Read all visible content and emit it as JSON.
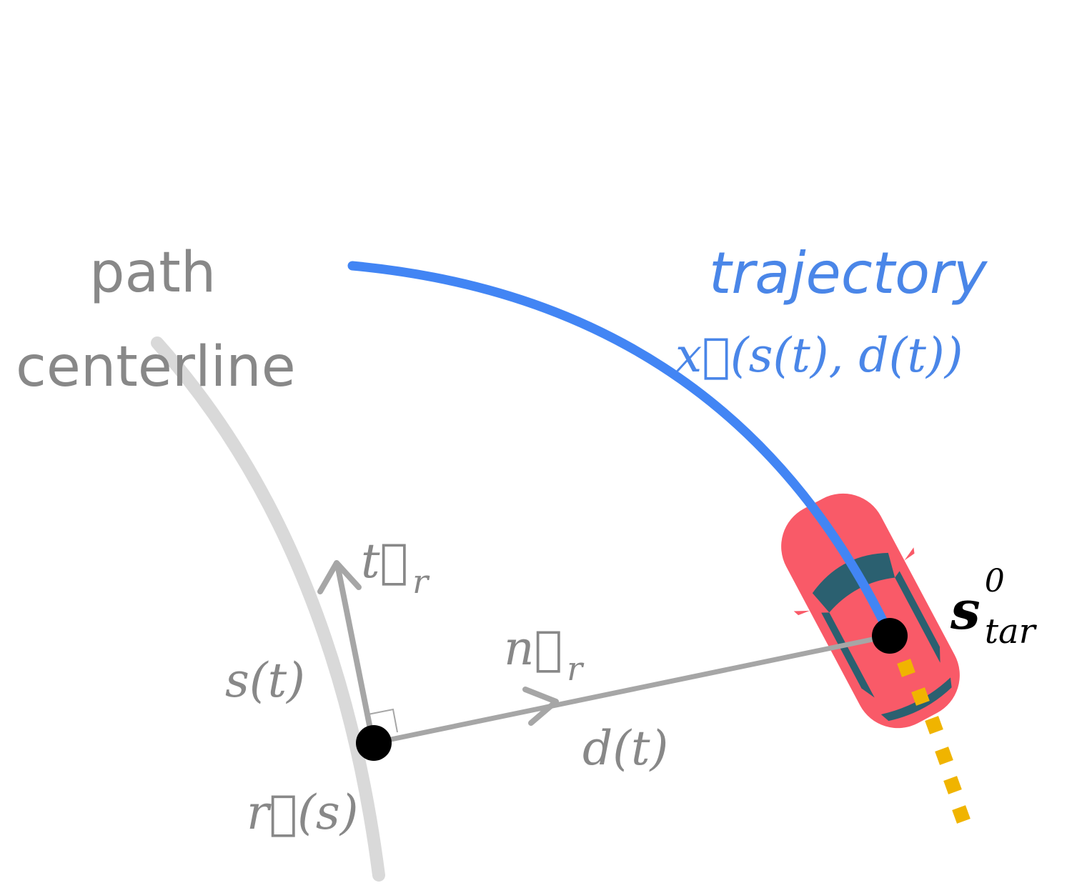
{
  "labels": {
    "path_line1": "path",
    "path_line2": "centerline",
    "trajectory": "trajectory",
    "trajectory_formula": "x⃗(s(t), d(t))",
    "tangent": "t⃗",
    "tangent_sub": "r",
    "normal": "n⃗",
    "normal_sub": "r",
    "s_of_t": "s(t)",
    "d_of_t": "d(t)",
    "r_of_s": "r⃗(s)",
    "state": "s",
    "state_sup": "0",
    "state_sub": "tar"
  },
  "colors": {
    "centerline": "#d9d9d9",
    "trajectory": "#4285f4",
    "vectors": "#a6a6a6",
    "car_body": "#f95a68",
    "car_glass": "#2b6070",
    "dots": "#f0b400",
    "label_gray": "#888888"
  }
}
